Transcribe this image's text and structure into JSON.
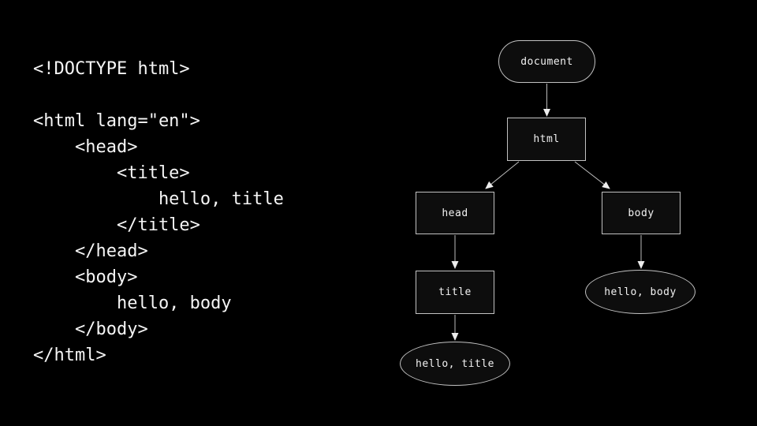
{
  "slide": {
    "background": "#000000",
    "code": {
      "language": "html",
      "lines": [
        "<!DOCTYPE html>",
        "",
        "<html lang=\"en\">",
        "    <head>",
        "        <title>",
        "            hello, title",
        "        </title>",
        "    </head>",
        "    <body>",
        "        hello, body",
        "    </body>",
        "</html>"
      ]
    },
    "diagram": {
      "description": "DOM tree of the HTML document",
      "nodes": {
        "document": {
          "label": "document",
          "shape": "stadium"
        },
        "html": {
          "label": "html",
          "shape": "rect"
        },
        "head": {
          "label": "head",
          "shape": "rect"
        },
        "body": {
          "label": "body",
          "shape": "rect"
        },
        "title": {
          "label": "title",
          "shape": "rect"
        },
        "hello_title": {
          "label": "hello, title",
          "shape": "ellipse"
        },
        "hello_body": {
          "label": "hello, body",
          "shape": "ellipse"
        }
      },
      "edges": [
        {
          "from": "document",
          "to": "html"
        },
        {
          "from": "html",
          "to": "head"
        },
        {
          "from": "html",
          "to": "body"
        },
        {
          "from": "head",
          "to": "title"
        },
        {
          "from": "title",
          "to": "hello_title"
        },
        {
          "from": "body",
          "to": "hello_body"
        }
      ],
      "colors": {
        "background": "#000000",
        "node_fill": "#0d0d0d",
        "node_border": "#c2c2c2",
        "node_text": "#f2f2f2",
        "edge_line": "#bdbdbd",
        "arrowhead": "#ededed",
        "code_text": "#f5f5f5"
      }
    }
  }
}
